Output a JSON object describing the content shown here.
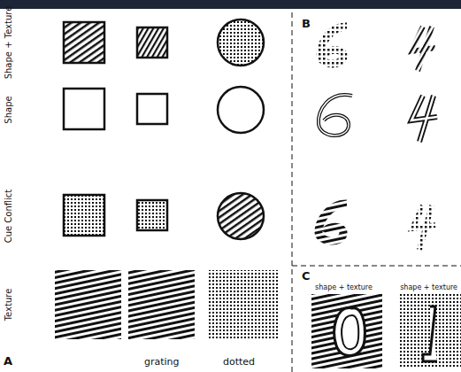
{
  "diagram": {
    "labels": [
      "Shape + Texture",
      "Shape",
      "Cue Conflict",
      "Texture",
      "A",
      "grating",
      "dotted",
      "B",
      "C",
      "shape + texture",
      "shape + texture"
    ]
  }
}
